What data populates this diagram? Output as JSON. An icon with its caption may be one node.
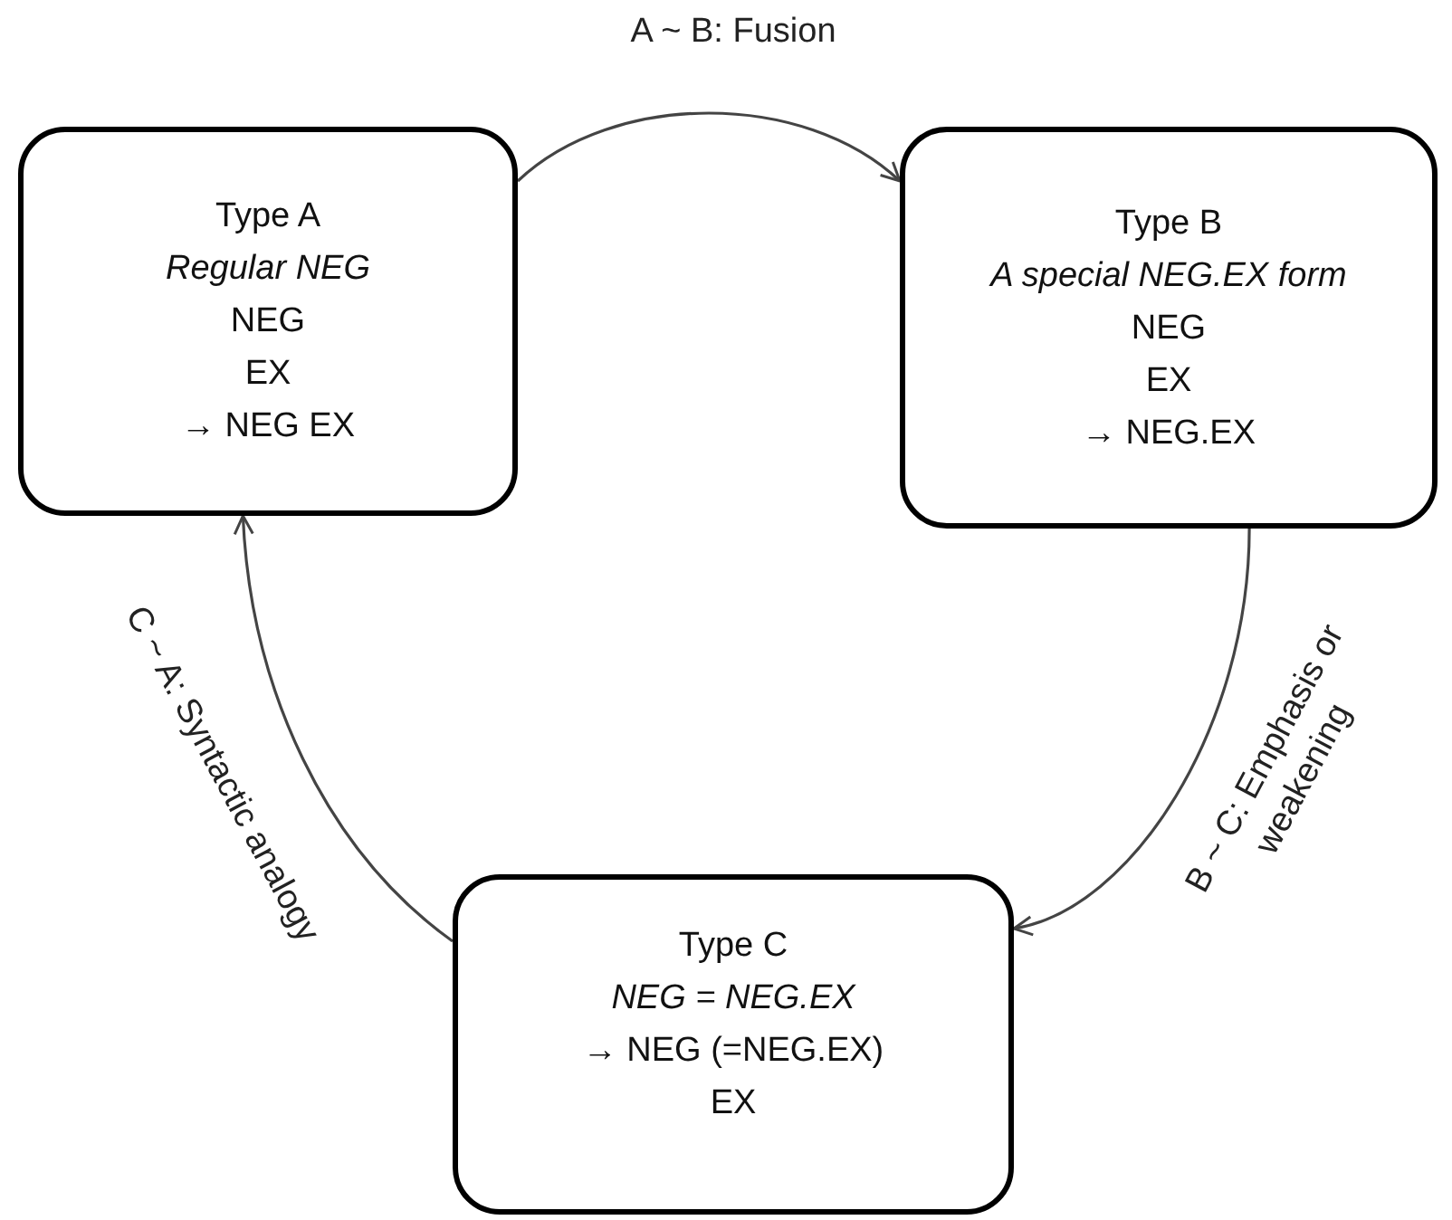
{
  "diagram": {
    "nodes": [
      {
        "text": [
          "Type A",
          "Regular NEG",
          "NEG",
          "EX",
          "→ NEG EX"
        ]
      },
      {
        "text": [
          "Type B",
          "A special NEG.EX form",
          "NEG",
          "EX",
          "→ NEG.EX"
        ]
      },
      {
        "text": [
          "Type C",
          "NEG = NEG.EX",
          "→ NEG (=NEG.EX)",
          "EX"
        ]
      }
    ],
    "edges": [
      {
        "from": 0,
        "to": 1,
        "arrow": "to",
        "label": "A ~ B: Fusion"
      },
      {
        "from": 1,
        "to": 2,
        "arrow": "to",
        "label": "B ~ C: Emphasis or weakening"
      },
      {
        "from": 2,
        "to": 0,
        "arrow": "to",
        "label": "C ~ A: Syntactic analogy"
      }
    ]
  }
}
